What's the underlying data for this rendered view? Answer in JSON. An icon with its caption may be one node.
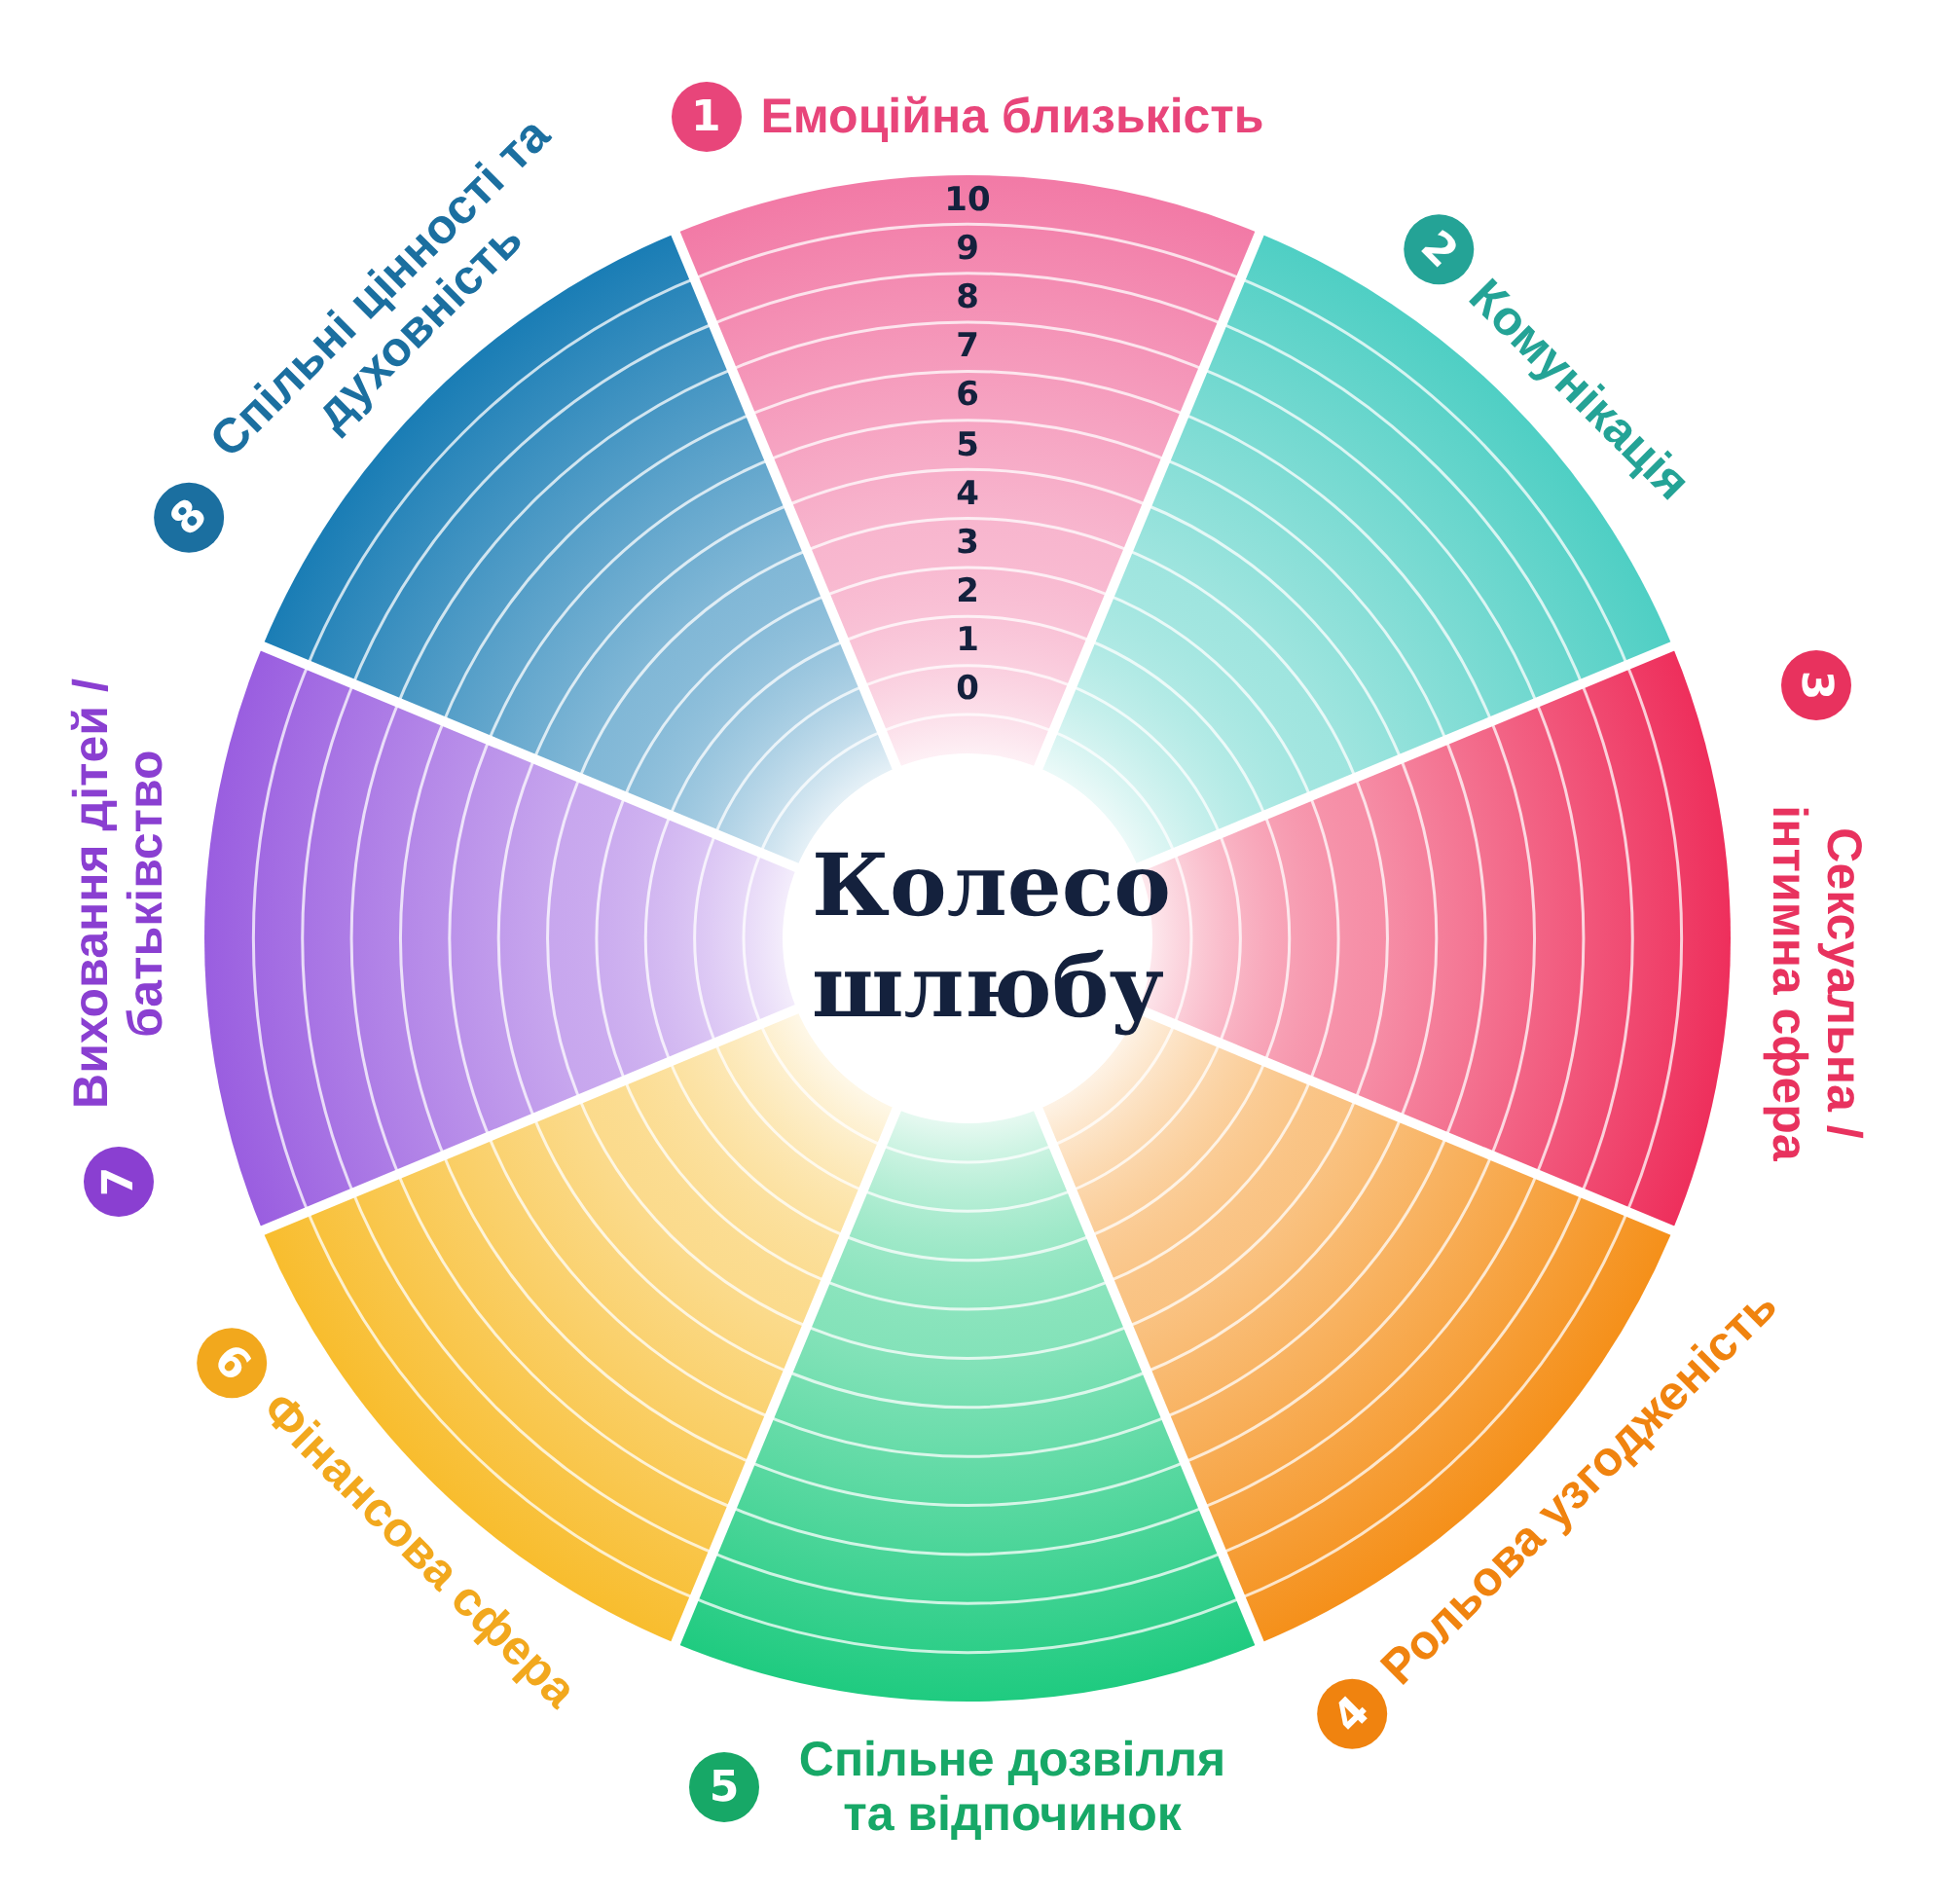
{
  "diagram": {
    "nodes": [
      {
        "text": [
          "Колесо шлюбу"
        ]
      },
      {
        "text": [
          "1"
        ],
        "beside": [
          "Емоційна близькість"
        ]
      },
      {
        "text": [
          "2"
        ],
        "beside": [
          "Комунікація"
        ]
      },
      {
        "text": [
          "3"
        ],
        "beside": [
          "Сексуальна / інтимна сфера"
        ]
      },
      {
        "text": [
          "4"
        ],
        "beside": [
          "Рольова узгодженість"
        ]
      },
      {
        "text": [
          "5"
        ],
        "beside": [
          "Спільне дозвілля та відпочинок"
        ]
      },
      {
        "text": [
          "6"
        ],
        "beside": [
          "Фінансова сфера"
        ]
      },
      {
        "text": [
          "7"
        ],
        "beside": [
          "Виховання дітей / батьківство"
        ]
      },
      {
        "text": [
          "8"
        ],
        "beside": [
          "Спільні цінності та духовність"
        ]
      }
    ],
    "edges": [],
    "labels": [
      "10",
      "9",
      "8",
      "7",
      "6",
      "5",
      "4",
      "3",
      "2",
      "1",
      "0"
    ]
  }
}
